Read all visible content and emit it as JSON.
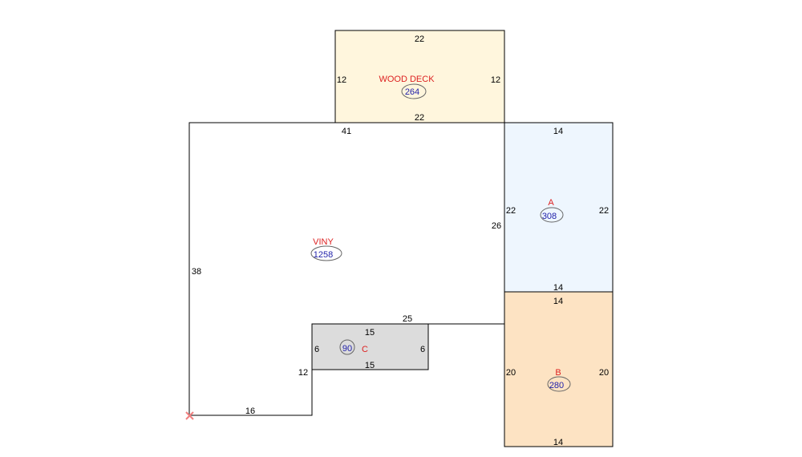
{
  "colors": {
    "room_label": "#dd2222",
    "area_text": "#2222aa",
    "area_ellipse": "#666666",
    "outline": "#000000",
    "wood_deck_fill": "#fff6dd",
    "room_a_fill": "#eef6fe",
    "room_b_fill": "#fde3c3",
    "room_c_fill": "#dcdcdc",
    "origin_marker": "#f08080"
  },
  "icons": {
    "origin": "x-marker-icon"
  },
  "rooms": {
    "wood_deck": {
      "label": "WOOD DECK",
      "area": "264",
      "dims": {
        "top": "22",
        "left": "12",
        "right": "12",
        "bottom": "22"
      }
    },
    "viny": {
      "label": "VINY",
      "area": "1258",
      "dims": {
        "top": "41",
        "left": "38",
        "right": "26",
        "notch_top": "25",
        "step": "12",
        "bottom": "16"
      }
    },
    "room_a": {
      "label": "A",
      "area": "308",
      "dims": {
        "top": "14",
        "left": "22",
        "right": "22",
        "bottom": "14"
      }
    },
    "room_b": {
      "label": "B",
      "area": "280",
      "dims": {
        "top": "14",
        "left": "20",
        "right": "20",
        "bottom": "14"
      }
    },
    "room_c": {
      "label": "C",
      "area": "90",
      "dims": {
        "top": "15",
        "left": "6",
        "right": "6",
        "bottom": "15"
      }
    }
  }
}
